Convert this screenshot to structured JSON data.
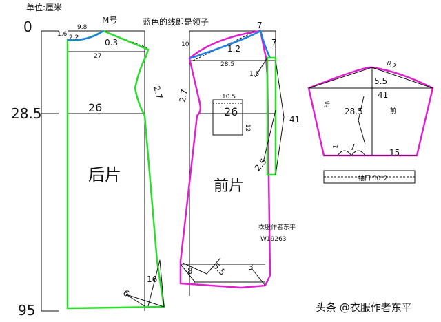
{
  "header": {
    "unit": "单位:厘米",
    "size": "M号",
    "note": "蓝色的线即是领子"
  },
  "vertical_scale": {
    "top": "0",
    "chest": "28.5",
    "bottom": "95"
  },
  "back_piece": {
    "title": "后片",
    "dims": {
      "d1_6": "1.6",
      "d9_8": "9.8",
      "d2_2": "2.2",
      "d0_3": "0.3",
      "d27": "27",
      "d26": "26",
      "d2_7": "2.7",
      "d16": "16",
      "d6": "6"
    }
  },
  "front_piece": {
    "title": "前片",
    "dims": {
      "d7": "7",
      "d10": "10",
      "d1_2": "1.2",
      "d7b": "7",
      "d28_5": "28.5",
      "d1_5": "1.5",
      "d2_7": "2.7",
      "d10_5": "10.5",
      "d26": "26",
      "d12": "12",
      "d41": "41",
      "d2_5": "2.5",
      "d8": "8",
      "d5_5": "5.5",
      "d3": "3"
    },
    "author": "衣服作者东平",
    "code": "W19263"
  },
  "sleeve": {
    "back_label": "后",
    "front_label": "前",
    "dims": {
      "d0_7": "0.7",
      "d5_5": "5.5",
      "d41": "41",
      "d28_5": "28.5",
      "d7": "7",
      "d15": "15",
      "d1": "1"
    },
    "cuff": "袖口  30*2"
  },
  "watermark": "头条 @衣服作者东平",
  "colors": {
    "outline": "#111111",
    "blue_collar": "#1f7fe0",
    "green_back": "#2bdc2b",
    "magenta": "#e020d0"
  }
}
